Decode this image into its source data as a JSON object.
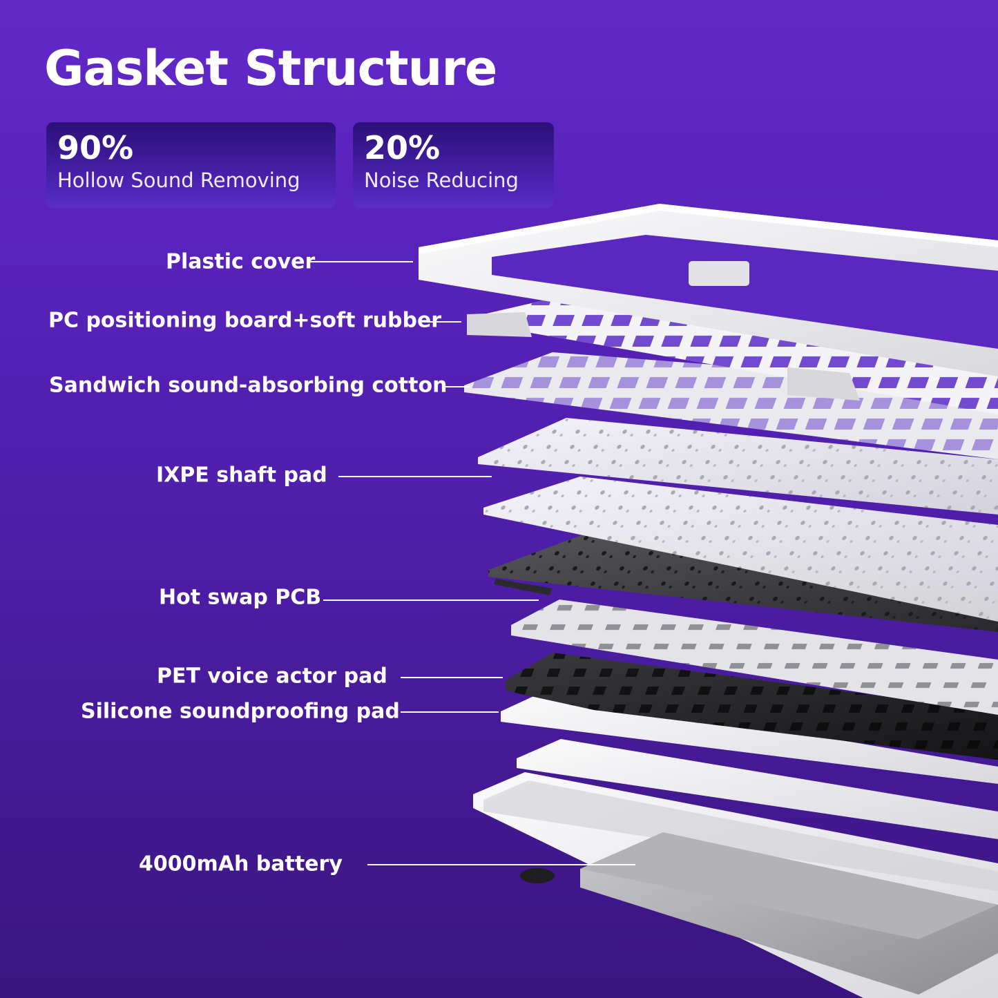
{
  "title": "Gasket Structure",
  "stats": [
    {
      "value": "90%",
      "label": "Hollow Sound Removing"
    },
    {
      "value": "20%",
      "label": "Noise Reducing"
    }
  ],
  "layers": [
    "Plastic cover",
    "PC positioning board+soft rubber",
    "Sandwich sound-absorbing cotton",
    "IXPE shaft pad",
    "Hot swap PCB",
    "PET voice actor pad",
    "Silicone soundproofing pad",
    "4000mAh battery"
  ],
  "colors": {
    "background_top": "#6128c8",
    "background_bottom": "#3a157f",
    "layer_white": "#f2f2f4",
    "layer_dark": "#3b3b3f",
    "layer_grey": "#9a9a9e"
  }
}
